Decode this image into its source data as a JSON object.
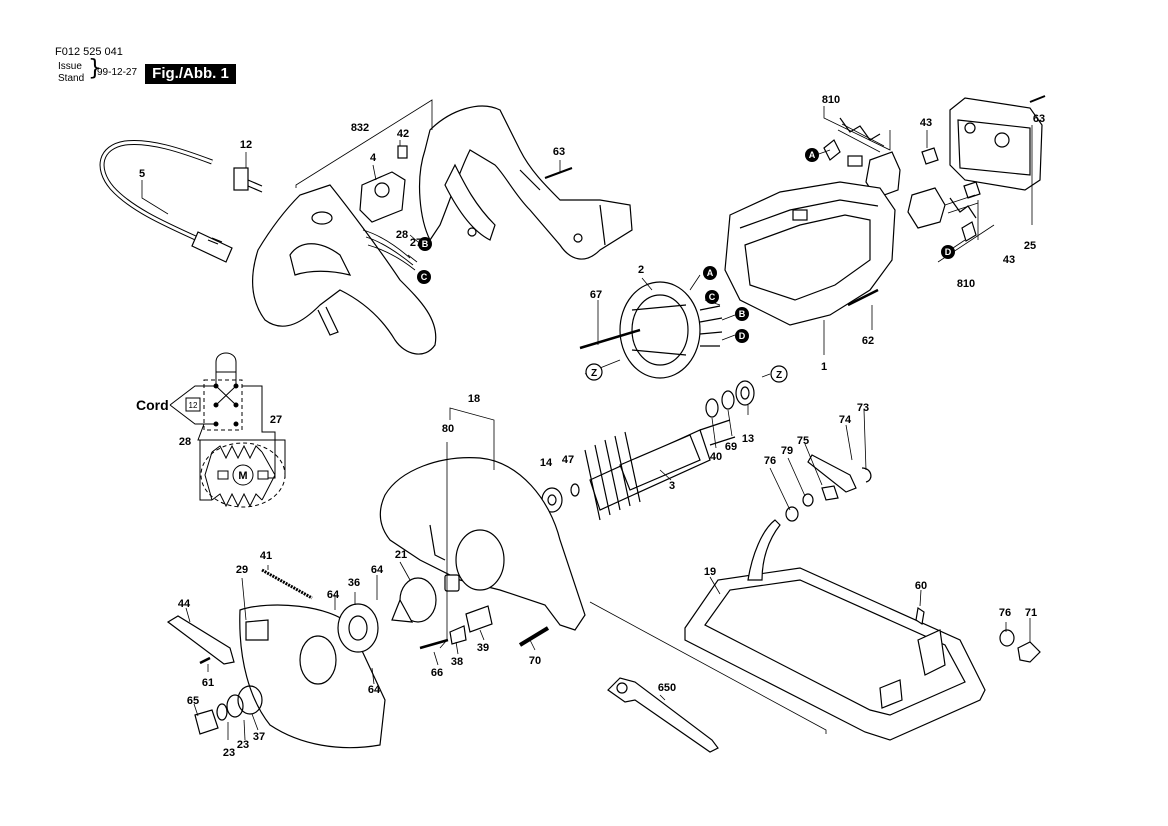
{
  "header": {
    "doc_code": "F012 525 041",
    "issue_label": "Issue",
    "stand_label": "Stand",
    "date": "99-12-27",
    "figure": "Fig./Abb. 1"
  },
  "wiring": {
    "cord_label": "Cord",
    "switch_ref": "12",
    "motor_label": "M"
  },
  "callouts": {
    "A": "A",
    "B": "B",
    "C": "C",
    "D": "D",
    "Z": "Z"
  },
  "parts": [
    {
      "id": "p832",
      "text": "832"
    },
    {
      "id": "p12",
      "text": "12"
    },
    {
      "id": "p42",
      "text": "42"
    },
    {
      "id": "p4",
      "text": "4"
    },
    {
      "id": "p5",
      "text": "5"
    },
    {
      "id": "p28a",
      "text": "28"
    },
    {
      "id": "p27a",
      "text": "27"
    },
    {
      "id": "p63a",
      "text": "63"
    },
    {
      "id": "p810a",
      "text": "810"
    },
    {
      "id": "p43a",
      "text": "43"
    },
    {
      "id": "p63b",
      "text": "63"
    },
    {
      "id": "p2",
      "text": "2"
    },
    {
      "id": "p67",
      "text": "67"
    },
    {
      "id": "p62",
      "text": "62"
    },
    {
      "id": "p1",
      "text": "1"
    },
    {
      "id": "p25",
      "text": "25"
    },
    {
      "id": "p43b",
      "text": "43"
    },
    {
      "id": "p810b",
      "text": "810"
    },
    {
      "id": "p27b",
      "text": "27"
    },
    {
      "id": "p28b",
      "text": "28"
    },
    {
      "id": "p18",
      "text": "18"
    },
    {
      "id": "p80",
      "text": "80"
    },
    {
      "id": "p13",
      "text": "13"
    },
    {
      "id": "p69",
      "text": "69"
    },
    {
      "id": "p40",
      "text": "40"
    },
    {
      "id": "p14",
      "text": "14"
    },
    {
      "id": "p47",
      "text": "47"
    },
    {
      "id": "p3",
      "text": "3"
    },
    {
      "id": "p74",
      "text": "74"
    },
    {
      "id": "p73",
      "text": "73"
    },
    {
      "id": "p75",
      "text": "75"
    },
    {
      "id": "p79",
      "text": "79"
    },
    {
      "id": "p76a",
      "text": "76"
    },
    {
      "id": "p41",
      "text": "41"
    },
    {
      "id": "p29",
      "text": "29"
    },
    {
      "id": "p21",
      "text": "21"
    },
    {
      "id": "p36",
      "text": "36"
    },
    {
      "id": "p64a",
      "text": "64"
    },
    {
      "id": "p64b",
      "text": "64"
    },
    {
      "id": "p64c",
      "text": "64"
    },
    {
      "id": "p44",
      "text": "44"
    },
    {
      "id": "p19",
      "text": "19"
    },
    {
      "id": "p60",
      "text": "60"
    },
    {
      "id": "p76b",
      "text": "76"
    },
    {
      "id": "p71",
      "text": "71"
    },
    {
      "id": "p61",
      "text": "61"
    },
    {
      "id": "p66",
      "text": "66"
    },
    {
      "id": "p38",
      "text": "38"
    },
    {
      "id": "p39",
      "text": "39"
    },
    {
      "id": "p70",
      "text": "70"
    },
    {
      "id": "p65",
      "text": "65"
    },
    {
      "id": "p23a",
      "text": "23"
    },
    {
      "id": "p23b",
      "text": "23"
    },
    {
      "id": "p37",
      "text": "37"
    },
    {
      "id": "p650",
      "text": "650"
    }
  ]
}
